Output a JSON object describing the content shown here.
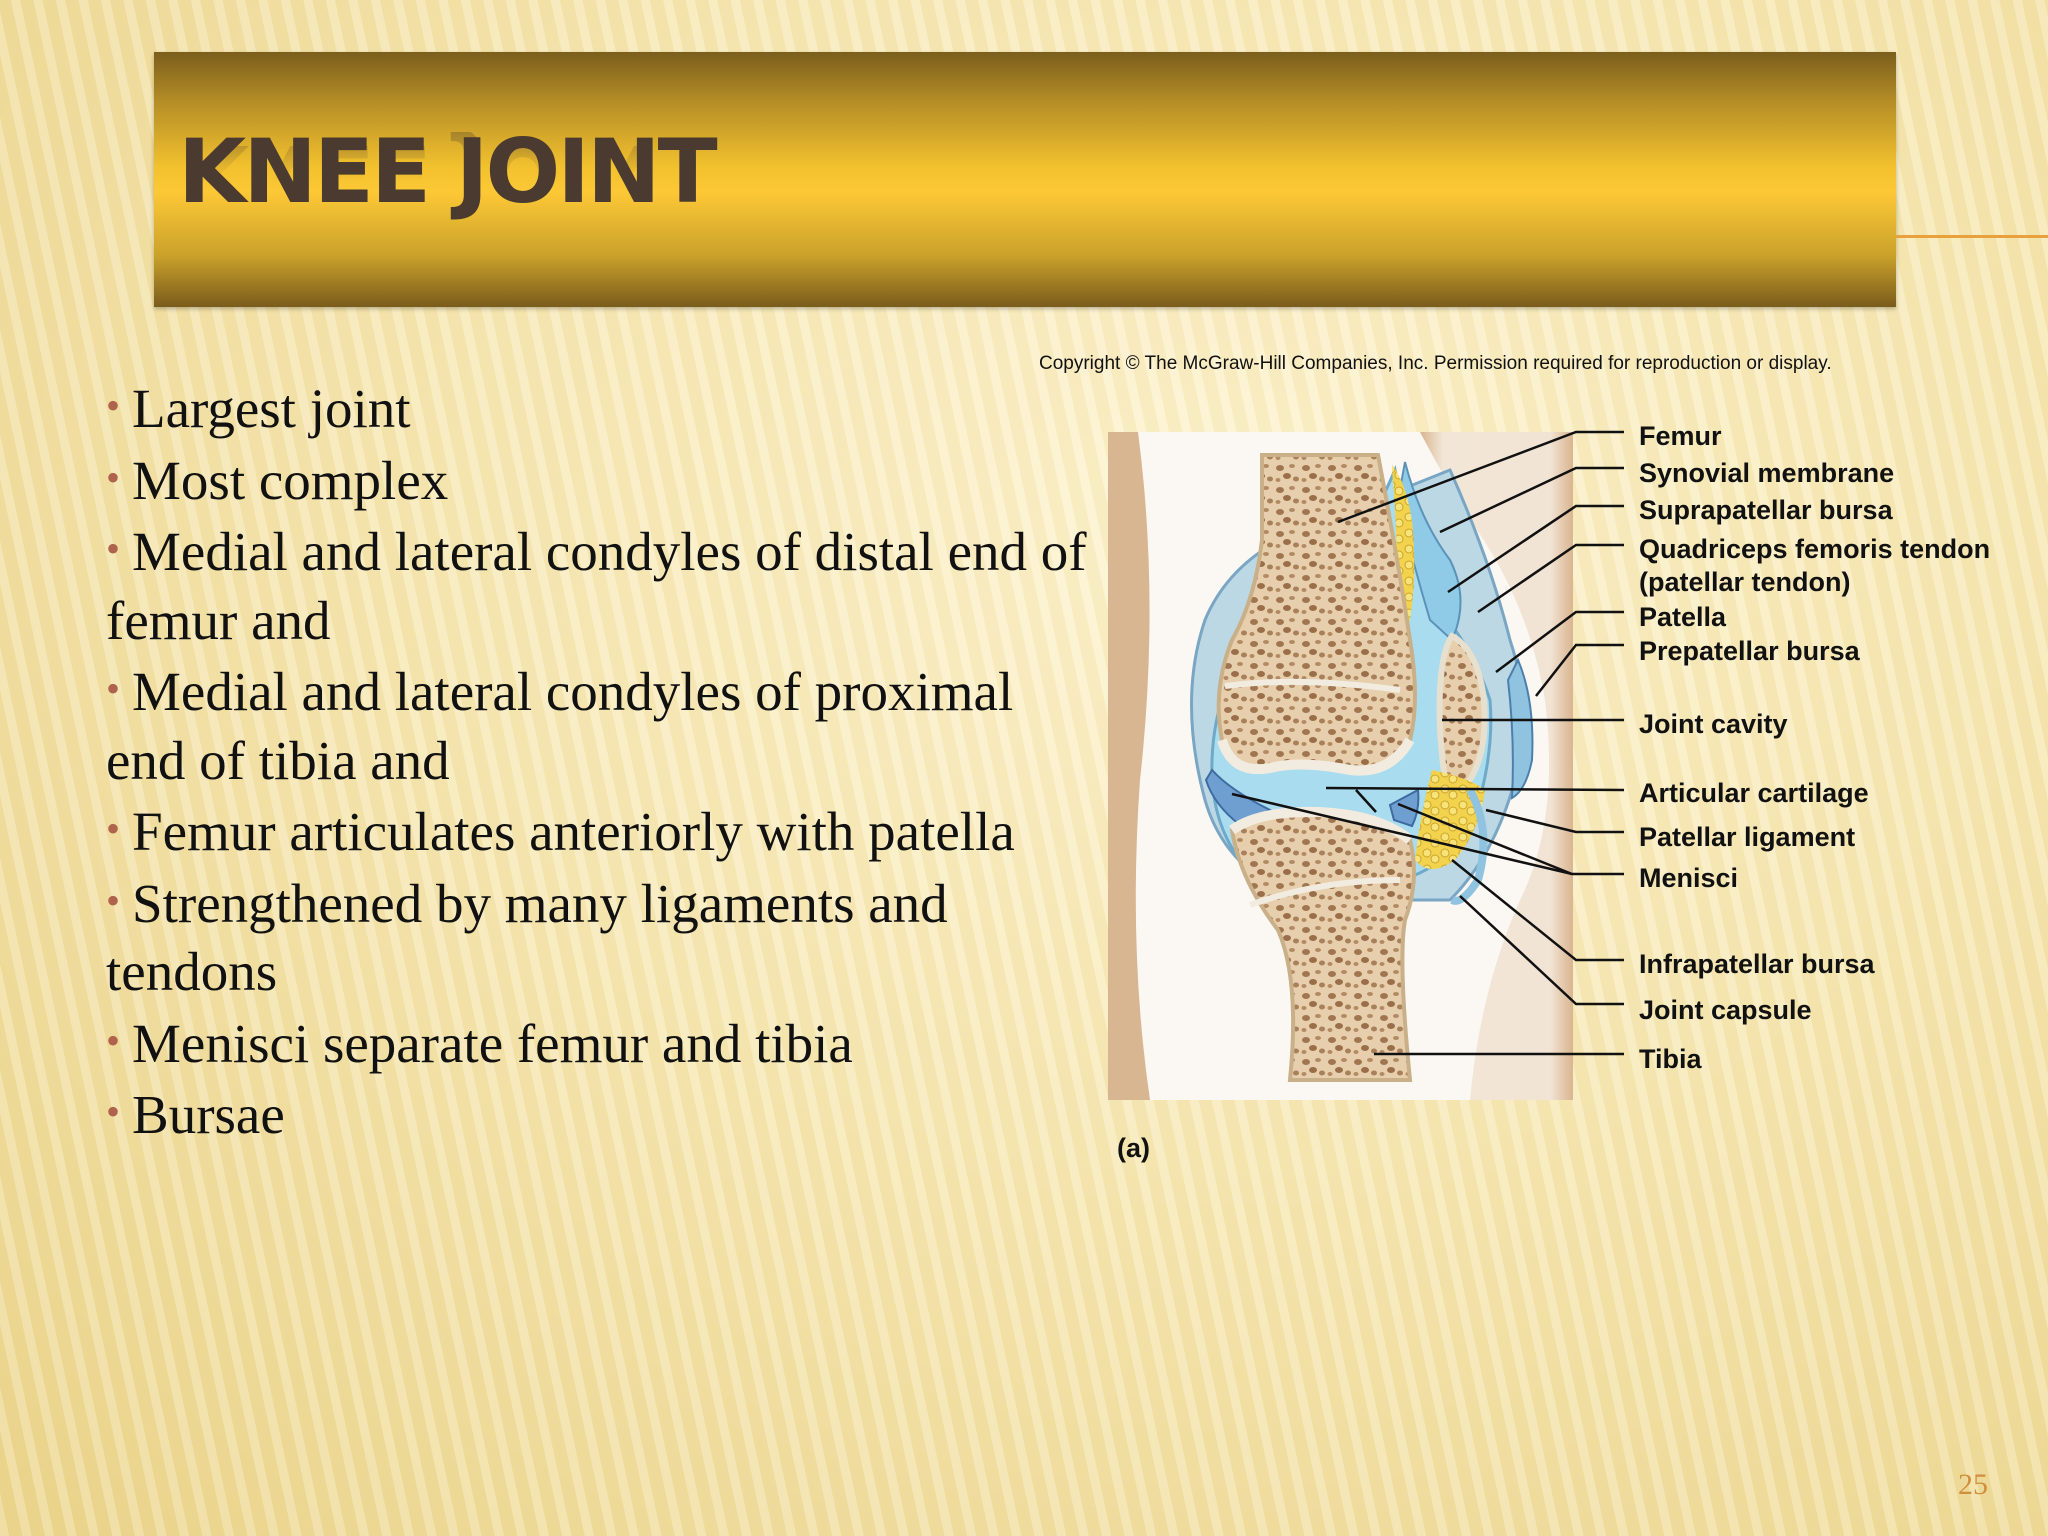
{
  "slide": {
    "title": "KNEE JOINT",
    "bullets": [
      "Largest joint",
      "Most complex",
      "Medial and lateral condyles of distal end of femur and",
      "Medial and lateral condyles of proximal end of tibia and",
      "Femur articulates anteriorly with patella",
      "Strengthened by many ligaments and tendons",
      "Menisci separate femur and tibia",
      "Bursae"
    ],
    "bullet_marker": "•",
    "page_number": "25",
    "accent_color": "#fcc836",
    "bullet_color": "#b0634c"
  },
  "figure": {
    "copyright": "Copyright © The McGraw-Hill Companies, Inc. Permission required for reproduction or display.",
    "panel_label": "(a)",
    "labels": {
      "femur": "Femur",
      "synovial_membrane": "Synovial membrane",
      "suprapatellar_bursa": "Suprapatellar bursa",
      "quadriceps_tendon": "Quadriceps femoris tendon",
      "quadriceps_tendon_alt": "(patellar tendon)",
      "patella": "Patella",
      "prepatellar_bursa": "Prepatellar bursa",
      "joint_cavity": "Joint cavity",
      "articular_cartilage": "Articular cartilage",
      "patellar_ligament": "Patellar ligament",
      "menisci": "Menisci",
      "infrapatellar_bursa": "Infrapatellar bursa",
      "joint_capsule": "Joint capsule",
      "tibia": "Tibia"
    }
  }
}
